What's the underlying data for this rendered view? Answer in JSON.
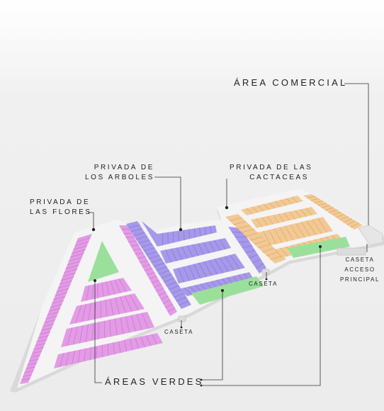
{
  "labels": {
    "area_comercial": "ÁREA COMERCIAL",
    "privada_arboles_1": "PRIVADA DE",
    "privada_arboles_2": "LOS ARBOLES",
    "privada_cactaceas_1": "PRIVADA DE LAS",
    "privada_cactaceas_2": "CACTACEAS",
    "privada_flores_1": "PRIVADA DE",
    "privada_flores_2": "LAS FLORES",
    "caseta_left": "CASETA",
    "caseta_mid": "CASETA",
    "caseta_acceso_1": "CASETA",
    "caseta_acceso_2": "ACCESO",
    "caseta_acceso_3": "PRINCIPAL",
    "areas_verdes": "ÁREAS VERDES"
  },
  "colors": {
    "flores_lots": "#e39be6",
    "arboles_lots": "#a799ea",
    "cactaceas_lots": "#f2c995",
    "green_areas": "#9be09a",
    "roads": "#f2f2f2",
    "leader_lines": "#333333"
  }
}
